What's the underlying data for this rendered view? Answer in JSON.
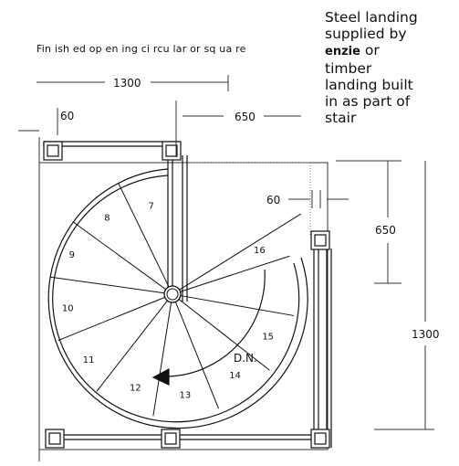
{
  "header": {
    "opening_note": "Fin ish ed op en ing ci rcu lar or sq ua re"
  },
  "landing_note": {
    "line1": "Steel landing",
    "line2": "supplied by",
    "brand": "enzie",
    "after_brand": " or",
    "line4": "timber",
    "line5": "landing built",
    "line6": "in as part of",
    "line7": "stair"
  },
  "dimensions": {
    "overall_width": "1300",
    "landing_width": "650",
    "post_left": "60",
    "post_right": "60",
    "landing_depth": "650",
    "overall_height": "1300"
  },
  "direction_label": "D.N.",
  "steps": [
    "7",
    "8",
    "9",
    "10",
    "11",
    "12",
    "13",
    "14",
    "15",
    "16"
  ]
}
